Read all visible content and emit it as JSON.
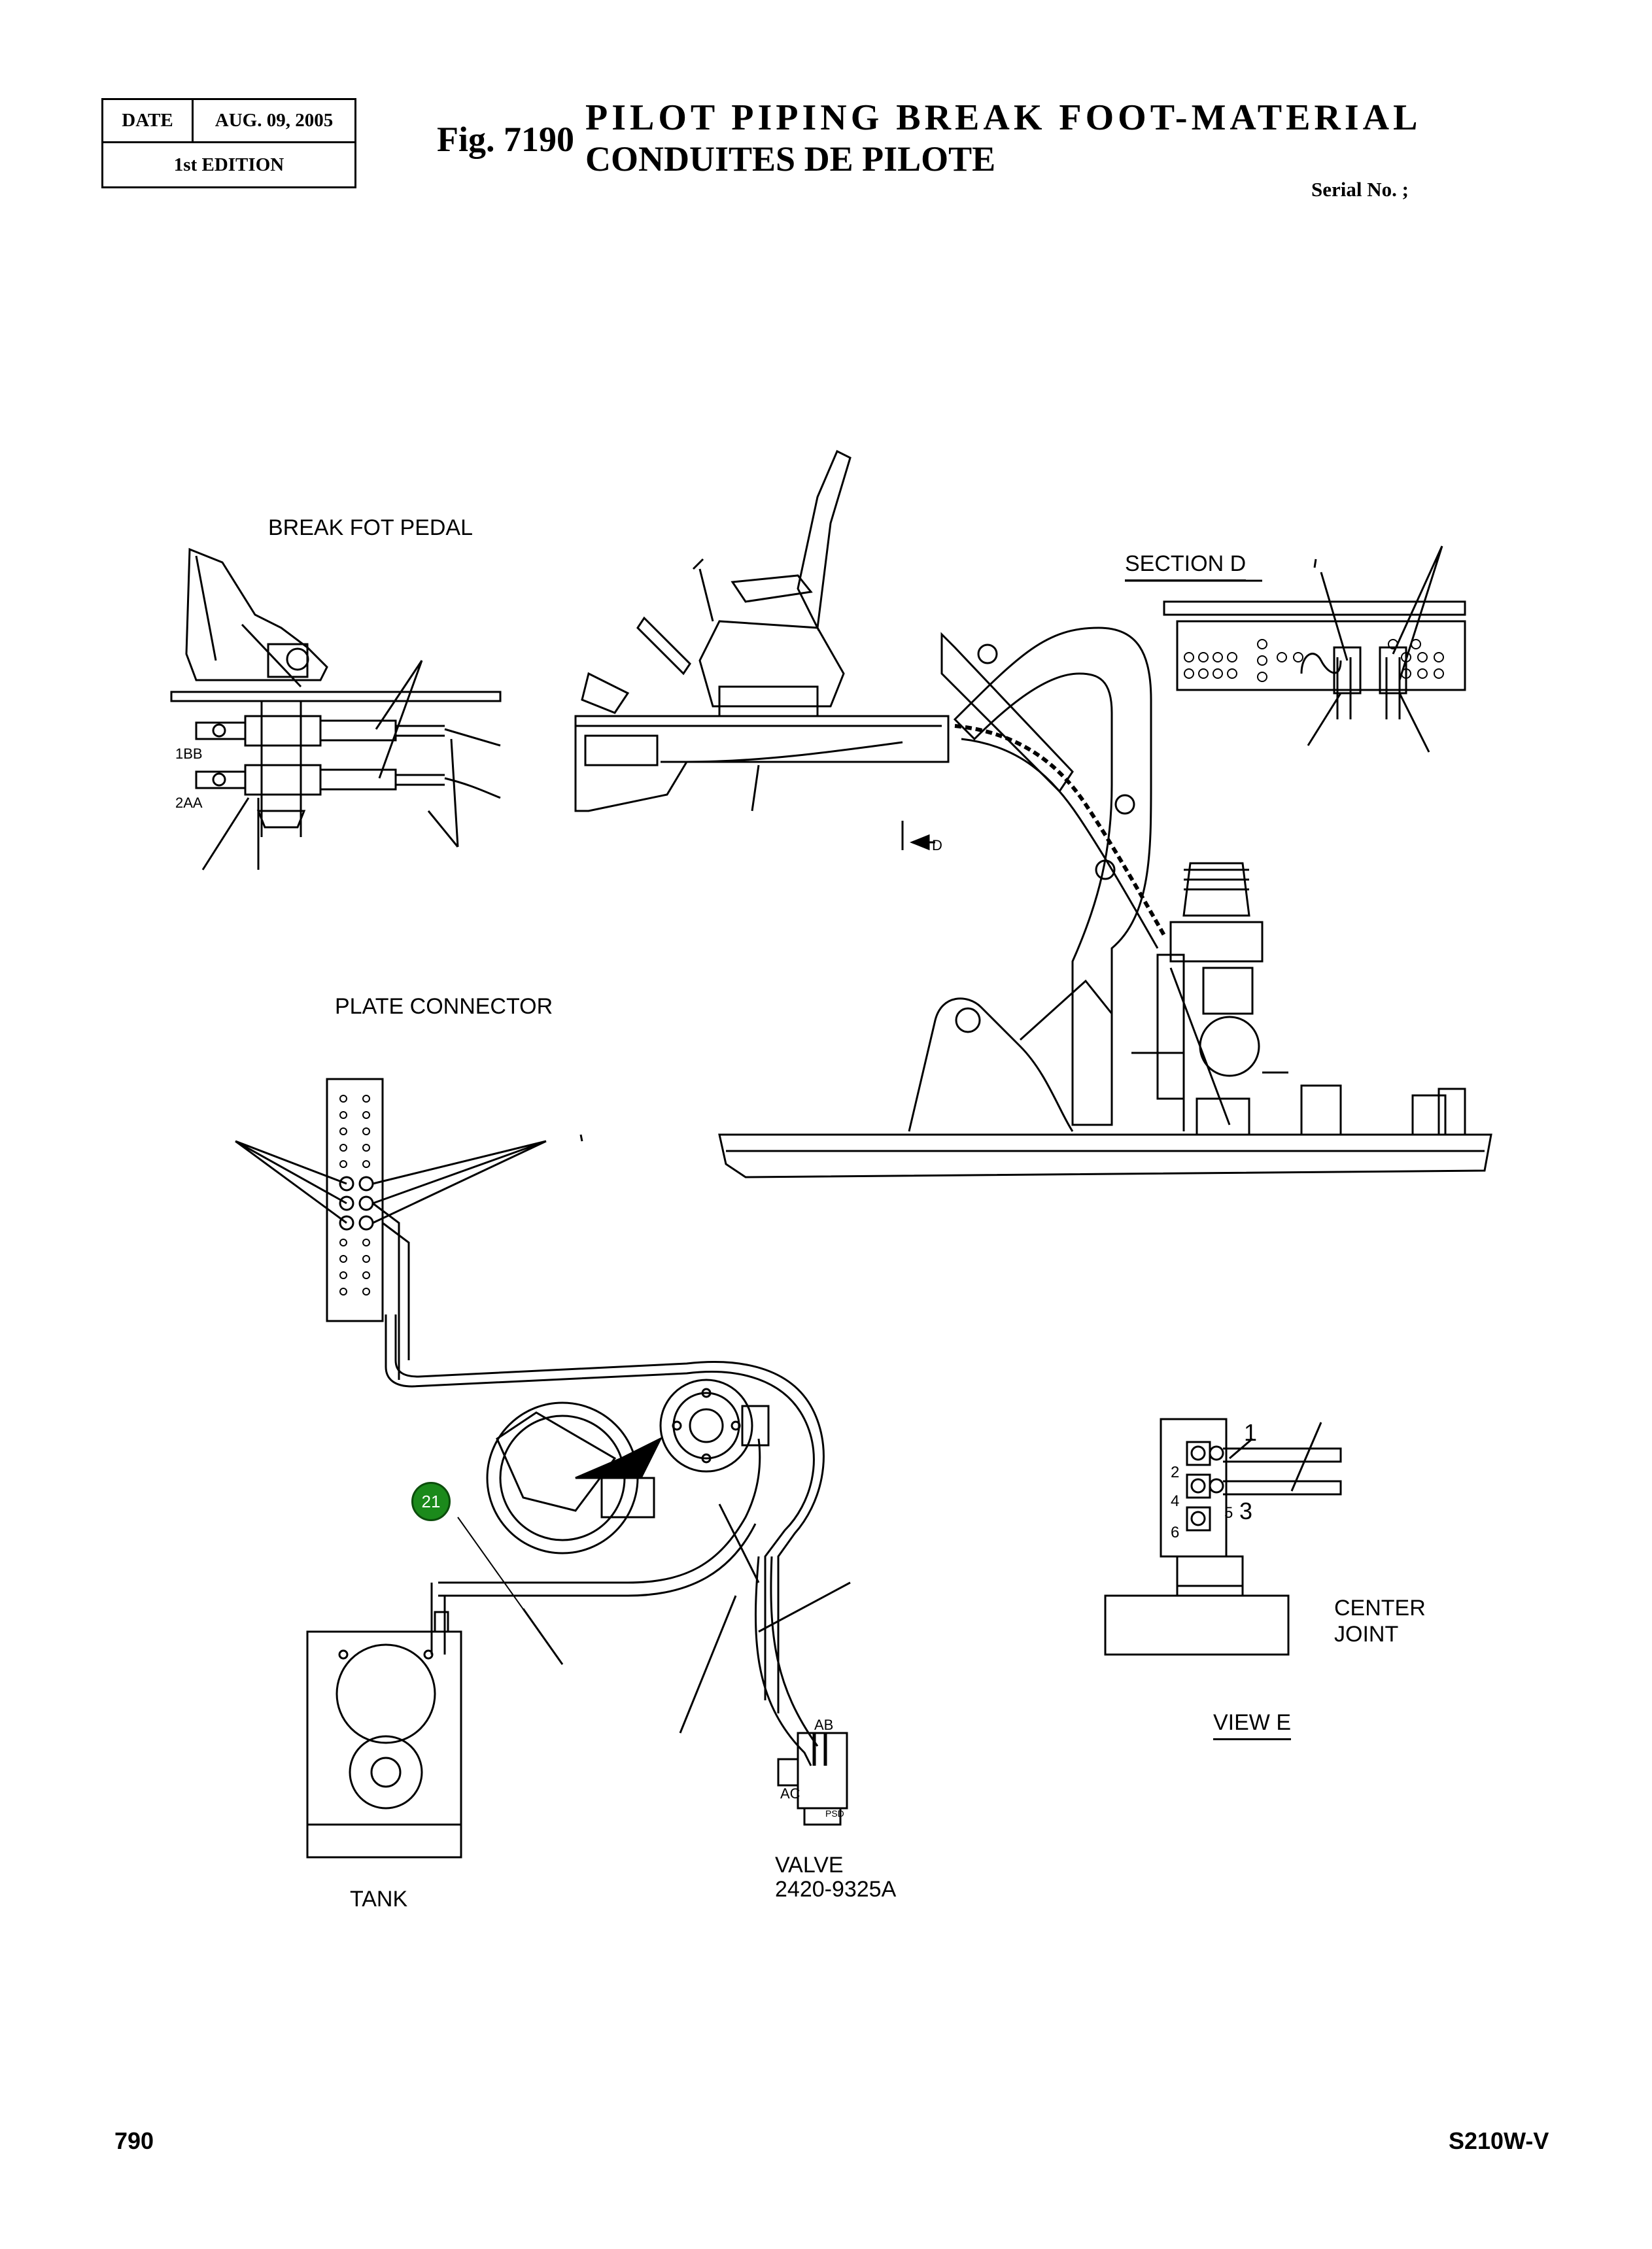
{
  "header": {
    "date_label": "DATE",
    "date_value": "AUG. 09, 2005",
    "edition": "1st EDITION",
    "fig_number": "Fig. 7190",
    "title_line1": "PILOT PIPING BREAK FOOT-MATERIAL",
    "title_line2": "CONDUITES DE PILOTE",
    "serial": "Serial No. ;"
  },
  "labels": {
    "break_fot_pedal": "BREAK FOT PEDAL",
    "section_d": "SECTION    D",
    "plate_connector": "PLATE CONNECTOR",
    "center_joint_1": "CENTER",
    "center_joint_2": "JOINT",
    "view_e": "VIEW    E",
    "tank": "TANK",
    "valve": "VALVE",
    "valve_part": "2420-9325A",
    "section_mark": "D",
    "port_ab": "AB",
    "port_ac": "AC",
    "port_psd": "PSD",
    "pedal_port_1": "1BB",
    "pedal_port_2": "2AA"
  },
  "center_joint_ports": [
    "1",
    "2",
    "3",
    "4",
    "5",
    "6"
  ],
  "callouts": [
    {
      "id": "21",
      "color": "#1b8a1b"
    }
  ],
  "footer": {
    "page_number": "790",
    "model": "S210W-V"
  }
}
